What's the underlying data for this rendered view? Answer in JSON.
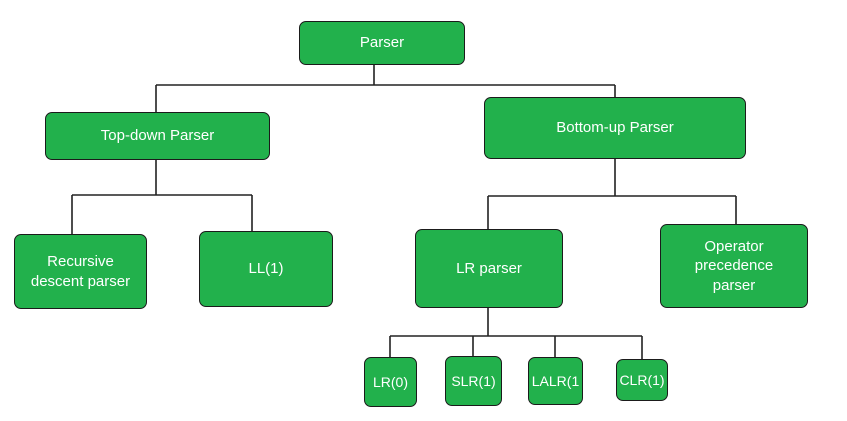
{
  "diagram": {
    "fill_color": "#22b14c",
    "line_color": "#222222",
    "nodes": {
      "parser": "Parser",
      "top_down": "Top-down Parser",
      "bottom_up": "Bottom-up Parser",
      "recursive_descent": "Recursive\ndescent parser",
      "ll1": "LL(1)",
      "lr_parser": "LR parser",
      "operator_precedence": "Operator\nprecedence\nparser",
      "lr0": "LR(0)",
      "slr1": "SLR(1)",
      "lalr1": "LALR(1",
      "clr1": "CLR(1)"
    },
    "edges": [
      [
        "parser",
        "top_down"
      ],
      [
        "parser",
        "bottom_up"
      ],
      [
        "top_down",
        "recursive_descent"
      ],
      [
        "top_down",
        "ll1"
      ],
      [
        "bottom_up",
        "lr_parser"
      ],
      [
        "bottom_up",
        "operator_precedence"
      ],
      [
        "lr_parser",
        "lr0"
      ],
      [
        "lr_parser",
        "slr1"
      ],
      [
        "lr_parser",
        "lalr1"
      ],
      [
        "lr_parser",
        "clr1"
      ]
    ]
  }
}
